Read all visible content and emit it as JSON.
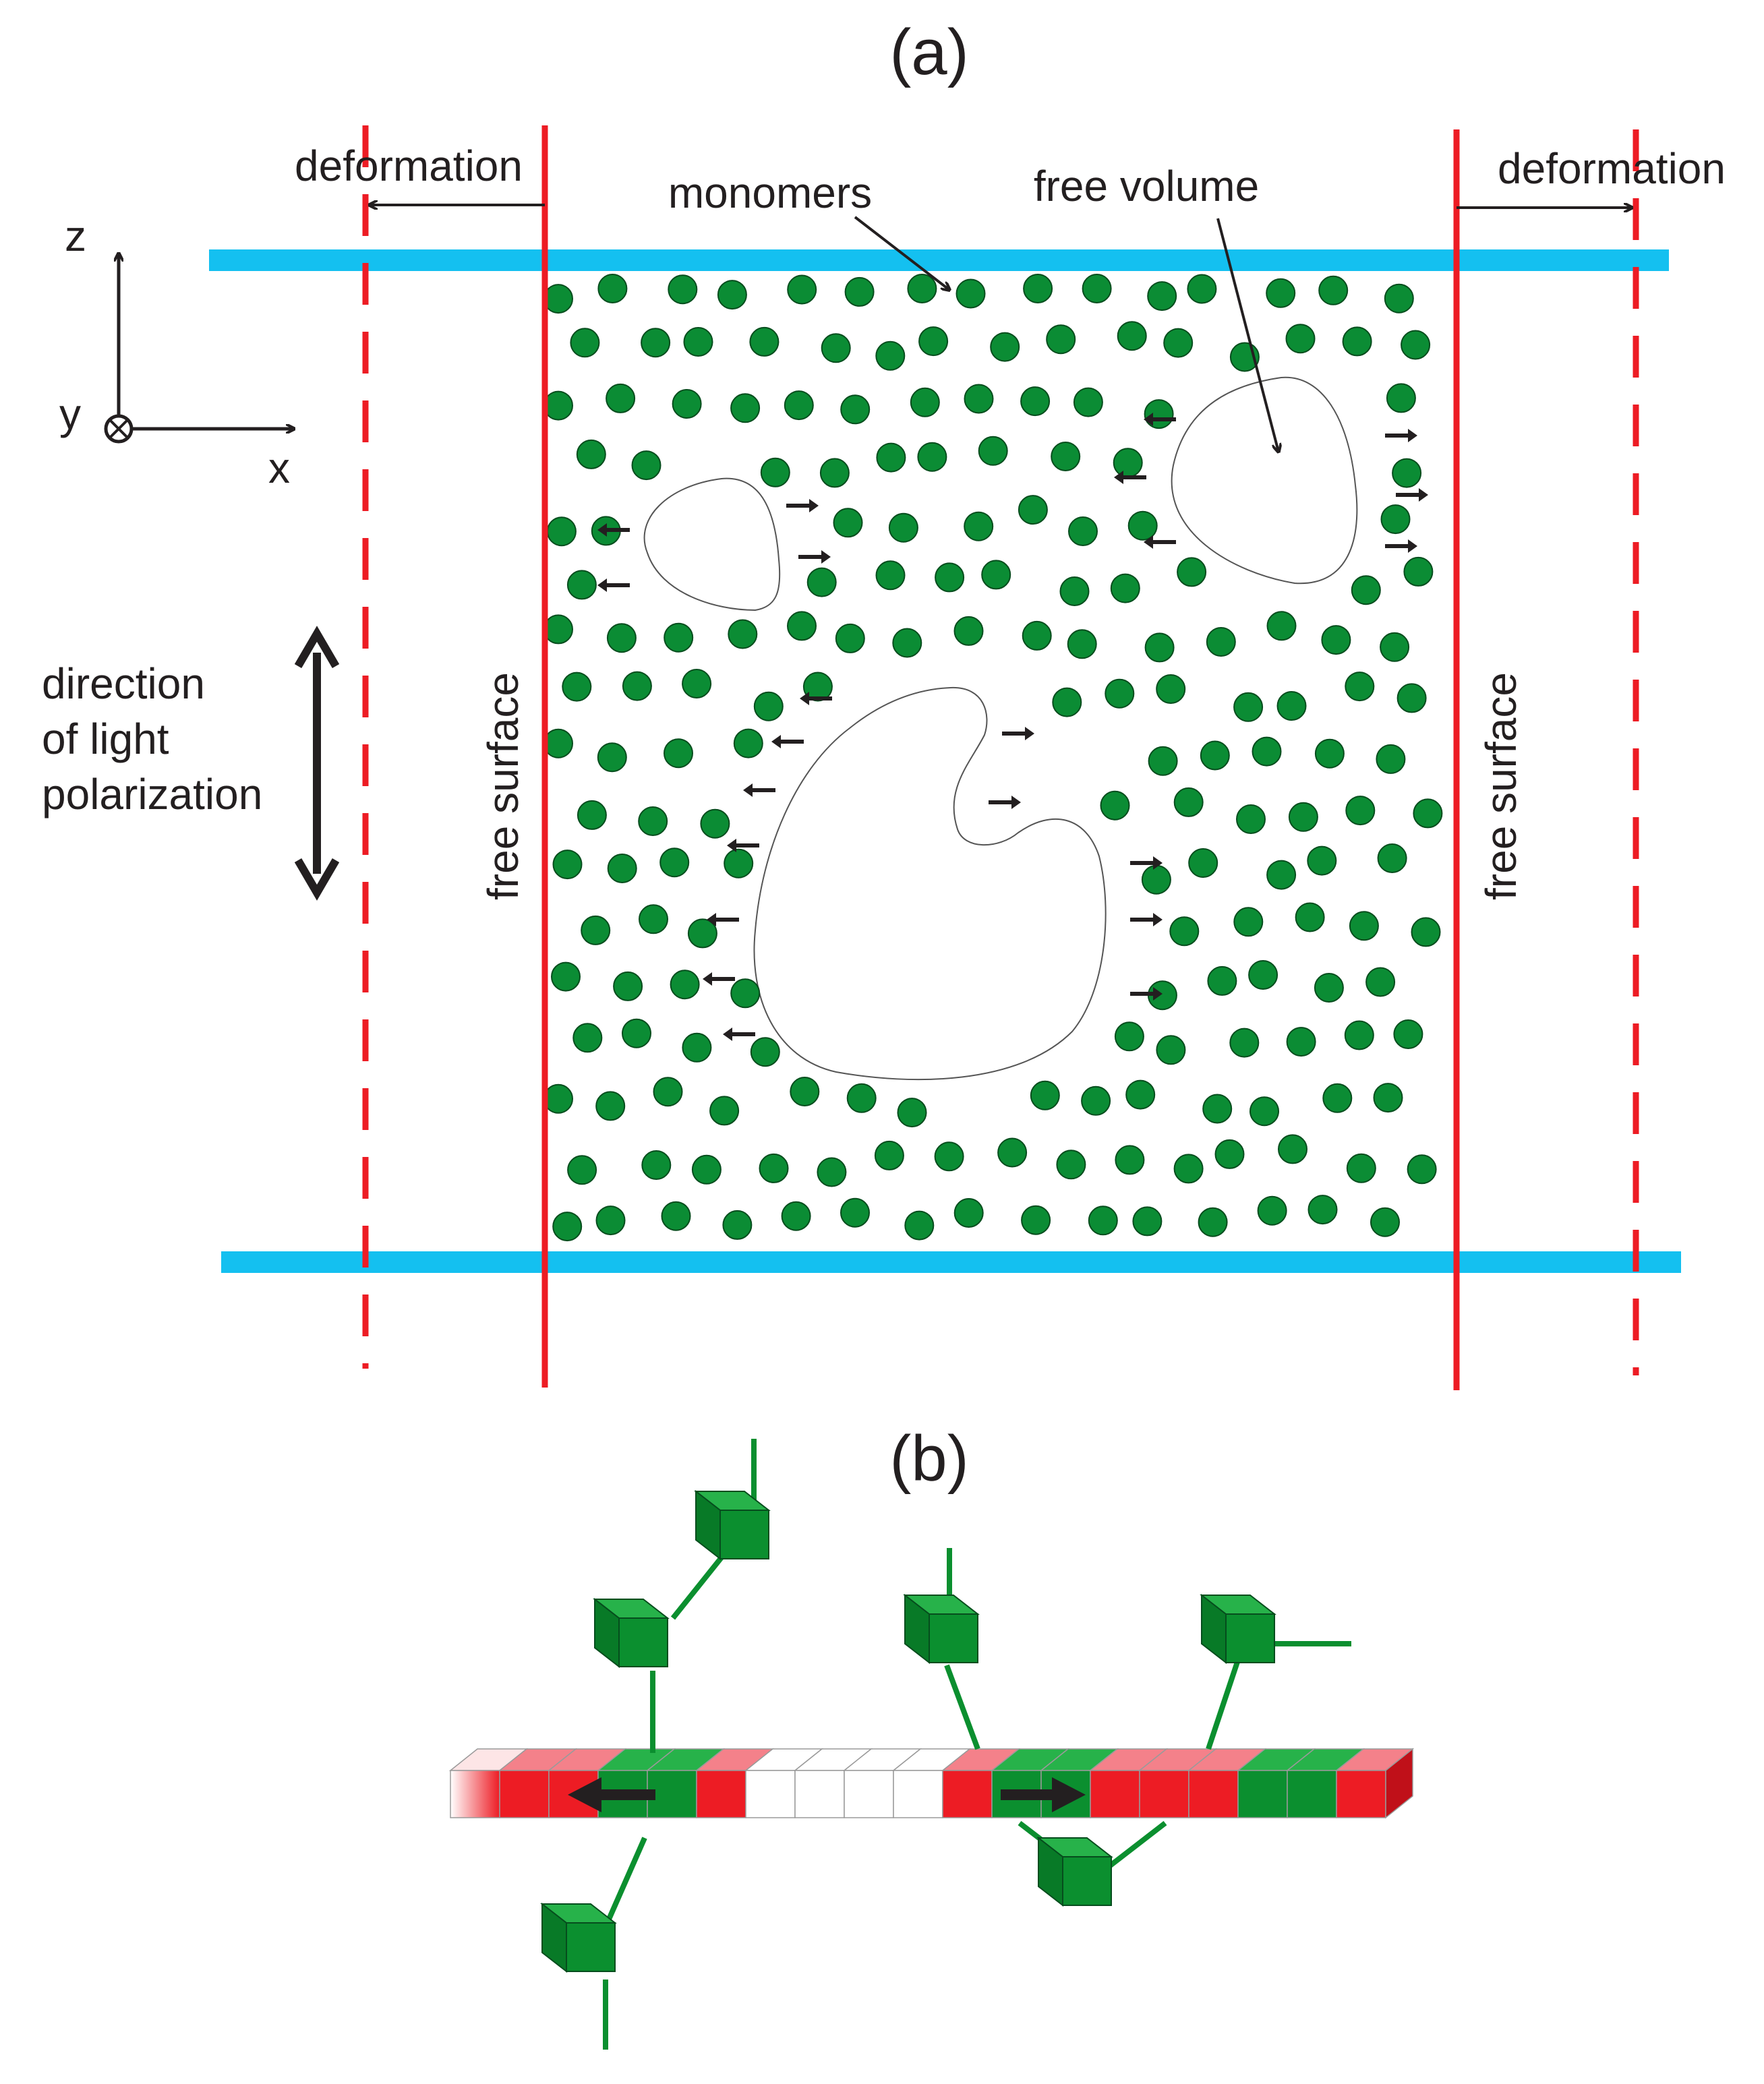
{
  "panel_a": {
    "label": "(a)",
    "deformation_left": "deformation",
    "deformation_right": "deformation",
    "monomers": "monomers",
    "free_volume": "free volume",
    "free_surface_left": "free surface",
    "free_surface_right": "free surface",
    "direction_line1": "direction",
    "direction_line2": "of light",
    "direction_line3": "polarization",
    "axis_z": "z",
    "axis_y": "y",
    "axis_x": "x"
  },
  "panel_b": {
    "label": "(b)"
  },
  "colors": {
    "plate": "#14c0f0",
    "surface": "#ed1c24",
    "monomer": "#0b8c34",
    "monomer_stroke": "#064d1d",
    "cube": "#0b8f2f",
    "ink": "#231f20"
  }
}
